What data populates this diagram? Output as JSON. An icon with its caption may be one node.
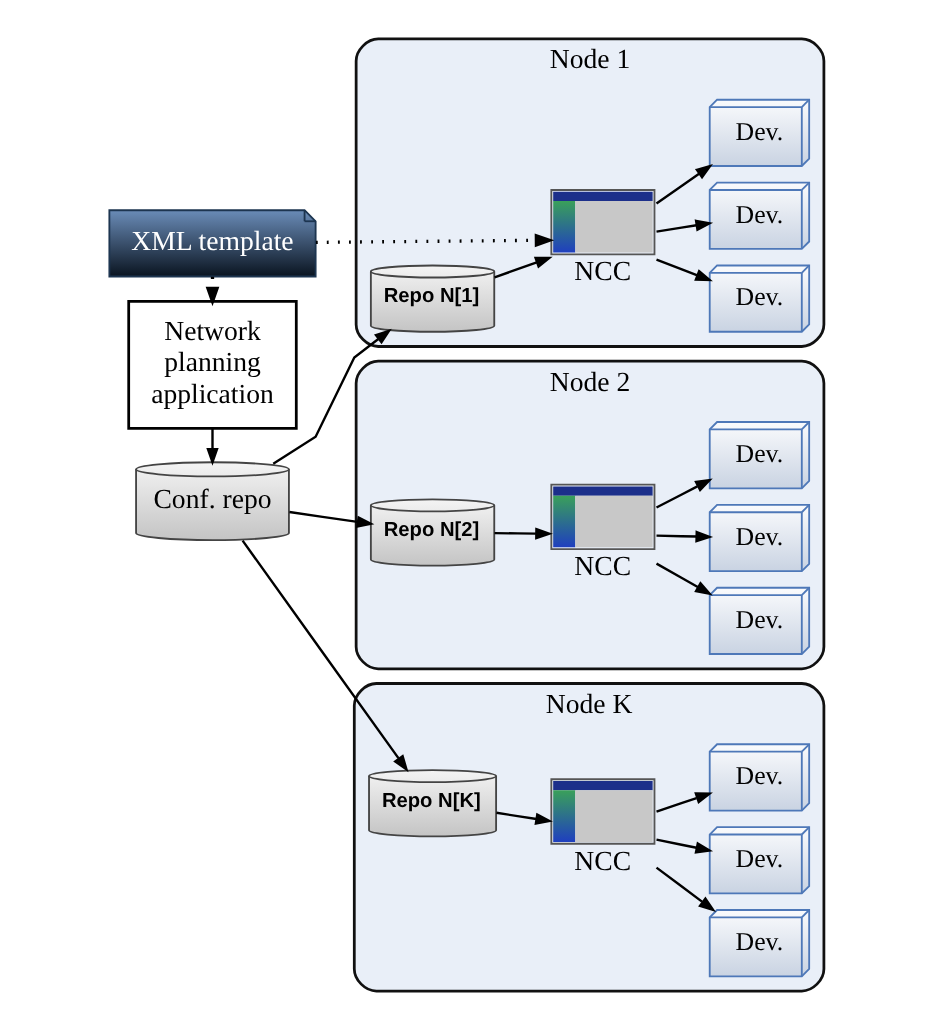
{
  "diagram": {
    "nodes": [
      {
        "text": [
          "XML template"
        ]
      },
      {
        "text": [
          "Network planning application"
        ]
      },
      {
        "text": [
          "Conf. repo"
        ]
      },
      {
        "text": [
          "Node 1"
        ]
      },
      {
        "text": [
          "Repo N[1]"
        ],
        "in": 3
      },
      {
        "text": [
          "NCC"
        ],
        "in": 3
      },
      {
        "text": [
          "Dev."
        ],
        "in": 3
      },
      {
        "text": [
          "Dev."
        ],
        "in": 3
      },
      {
        "text": [
          "Dev."
        ],
        "in": 3
      },
      {
        "text": [
          "Node 2"
        ]
      },
      {
        "text": [
          "Repo N[2]"
        ],
        "in": 9
      },
      {
        "text": [
          "NCC"
        ],
        "in": 9
      },
      {
        "text": [
          "Dev."
        ],
        "in": 9
      },
      {
        "text": [
          "Dev."
        ],
        "in": 9
      },
      {
        "text": [
          "Dev."
        ],
        "in": 9
      },
      {
        "text": [
          "Node K"
        ]
      },
      {
        "text": [
          "Repo N[K]"
        ],
        "in": 15
      },
      {
        "text": [
          "NCC"
        ],
        "in": 15
      },
      {
        "text": [
          "Dev."
        ],
        "in": 15
      },
      {
        "text": [
          "Dev."
        ],
        "in": 15
      },
      {
        "text": [
          "Dev."
        ],
        "in": 15
      }
    ],
    "edges": [
      {
        "from": 0,
        "to": 1,
        "arrow": "to",
        "style": "dashed"
      },
      {
        "from": 0,
        "to": 5,
        "arrow": "to",
        "style": "dashed"
      },
      {
        "from": 1,
        "to": 2,
        "arrow": "to"
      },
      {
        "from": 2,
        "to": 4,
        "arrow": "to"
      },
      {
        "from": 2,
        "to": 10,
        "arrow": "to"
      },
      {
        "from": 2,
        "to": 16,
        "arrow": "to"
      },
      {
        "from": 4,
        "to": 5,
        "arrow": "to"
      },
      {
        "from": 5,
        "to": 6,
        "arrow": "to"
      },
      {
        "from": 5,
        "to": 7,
        "arrow": "to"
      },
      {
        "from": 5,
        "to": 8,
        "arrow": "to"
      },
      {
        "from": 10,
        "to": 11,
        "arrow": "to"
      },
      {
        "from": 11,
        "to": 12,
        "arrow": "to"
      },
      {
        "from": 11,
        "to": 13,
        "arrow": "to"
      },
      {
        "from": 11,
        "to": 14,
        "arrow": "to"
      },
      {
        "from": 16,
        "to": 17,
        "arrow": "to"
      },
      {
        "from": 17,
        "to": 18,
        "arrow": "to"
      },
      {
        "from": 17,
        "to": 19,
        "arrow": "to"
      },
      {
        "from": 17,
        "to": 20,
        "arrow": "to"
      }
    ]
  }
}
